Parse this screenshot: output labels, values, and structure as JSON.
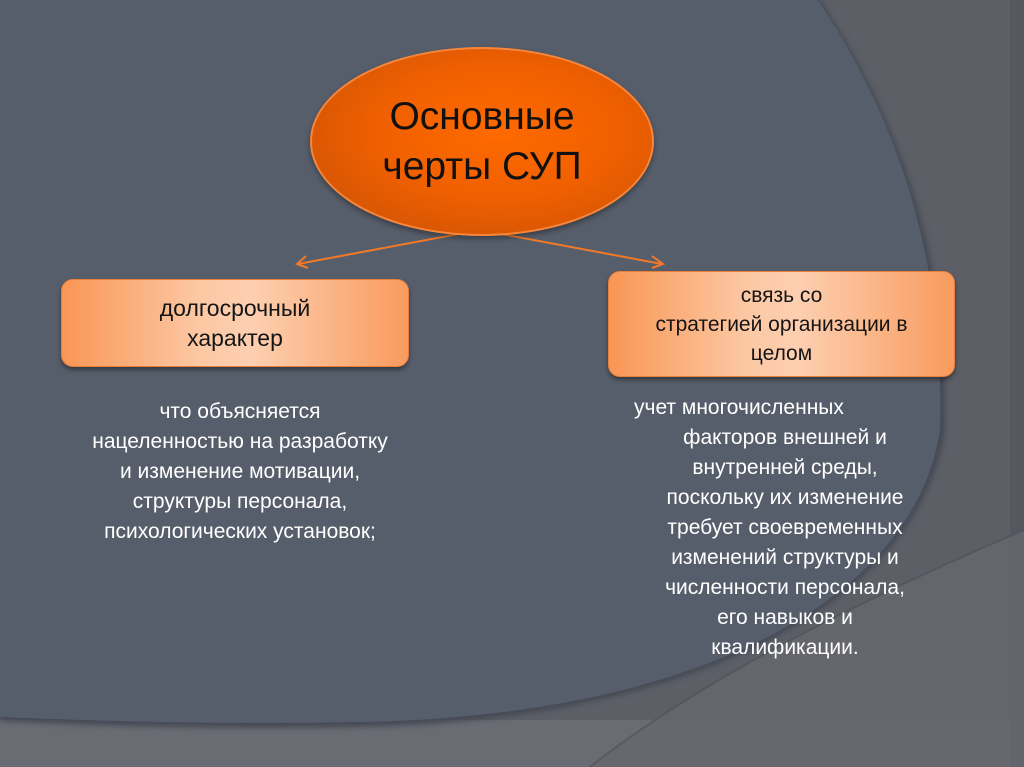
{
  "diagram": {
    "root": {
      "lines": [
        "Основные",
        "черты СУП"
      ],
      "fill_color": "#f06000",
      "border_color": "#f7863a"
    },
    "branches": [
      {
        "label_lines": [
          "долгосрочный",
          "характер"
        ],
        "description_lines": [
          "что объясняется",
          "нацеленностью на разработку",
          "и изменение мотивации,",
          "структуры персонала,",
          "психологических установок;"
        ]
      },
      {
        "label_lines": [
          "связь со",
          "стратегией организации в",
          "целом"
        ],
        "description_lines": [
          "учет многочисленных",
          "факторов внешней и",
          "внутренней среды,",
          "поскольку их изменение",
          "требует своевременных",
          "изменений структуры и",
          "численности персонала,",
          "его навыков и",
          "квалификации."
        ]
      }
    ],
    "colors": {
      "background": "#5a5e66",
      "panel": "#575e6b",
      "box_fill": "#fcc8a4",
      "arrow": "#f07a2a",
      "text_light": "#ffffff",
      "text_dark": "#111111"
    }
  }
}
